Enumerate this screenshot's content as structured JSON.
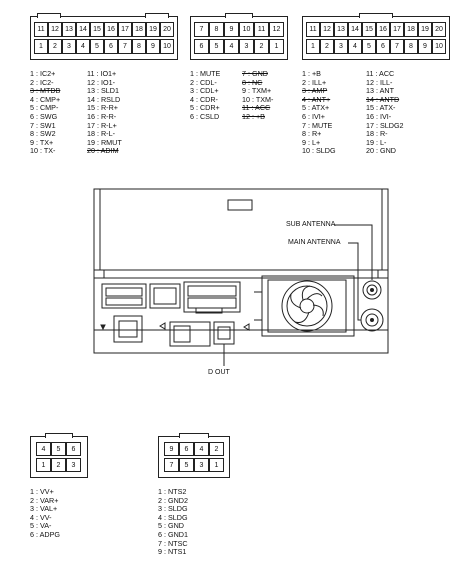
{
  "connector_a": {
    "top_row": [
      "11",
      "12",
      "13",
      "14",
      "15",
      "16",
      "17",
      "18",
      "19",
      "20"
    ],
    "bottom_row": [
      "1",
      "2",
      "3",
      "4",
      "5",
      "6",
      "7",
      "8",
      "9",
      "10"
    ],
    "pins_left": [
      {
        "text": "1 : IC2+",
        "strike": false
      },
      {
        "text": "2 : IC2-",
        "strike": false
      },
      {
        "text": "3 : MTDB",
        "strike": true
      },
      {
        "text": "4 : CMP+",
        "strike": false
      },
      {
        "text": "5 : CMP-",
        "strike": false
      },
      {
        "text": "6 : SWG",
        "strike": false
      },
      {
        "text": "7 : SW1",
        "strike": false
      },
      {
        "text": "8 : SW2",
        "strike": false
      },
      {
        "text": "9 : TX+",
        "strike": false
      },
      {
        "text": "10 : TX-",
        "strike": false
      }
    ],
    "pins_right": [
      {
        "text": "11 : IO1+",
        "strike": false
      },
      {
        "text": "12 : IO1-",
        "strike": false
      },
      {
        "text": "13 : SLD1",
        "strike": false
      },
      {
        "text": "14 : RSLD",
        "strike": false
      },
      {
        "text": "15 : R-R+",
        "strike": false
      },
      {
        "text": "16 : R-R-",
        "strike": false
      },
      {
        "text": "17 : R-L+",
        "strike": false
      },
      {
        "text": "18 : R-L-",
        "strike": false
      },
      {
        "text": "19 : RMUT",
        "strike": false
      },
      {
        "text": "20 : ADIM",
        "strike": true
      }
    ]
  },
  "connector_b": {
    "top_row": [
      "7",
      "8",
      "9",
      "10",
      "11",
      "12"
    ],
    "bottom_row": [
      "6",
      "5",
      "4",
      "3",
      "2",
      "1"
    ],
    "pins_left": [
      {
        "text": "1 : MUTE",
        "strike": false
      },
      {
        "text": "2 : CDL-",
        "strike": false
      },
      {
        "text": "3 : CDL+",
        "strike": false
      },
      {
        "text": "4 : CDR-",
        "strike": false
      },
      {
        "text": "5 : CDR+",
        "strike": false
      },
      {
        "text": "6 : CSLD",
        "strike": false
      }
    ],
    "pins_right": [
      {
        "text": "7 : GND",
        "strike": true
      },
      {
        "text": "8 : NC",
        "strike": true
      },
      {
        "text": "9 : TXM+",
        "strike": false
      },
      {
        "text": "10 : TXM-",
        "strike": false
      },
      {
        "text": "11 : ACC",
        "strike": true
      },
      {
        "text": "12 : +B",
        "strike": true
      }
    ]
  },
  "connector_c": {
    "top_row": [
      "11",
      "12",
      "13",
      "14",
      "15",
      "16",
      "17",
      "18",
      "19",
      "20"
    ],
    "bottom_row": [
      "1",
      "2",
      "3",
      "4",
      "5",
      "6",
      "7",
      "8",
      "9",
      "10"
    ],
    "pins_left": [
      {
        "text": "1 : +B",
        "strike": false
      },
      {
        "text": "2 : ILL+",
        "strike": false
      },
      {
        "text": "3 : AMP",
        "strike": true
      },
      {
        "text": "4 : ANT+",
        "strike": true
      },
      {
        "text": "5 : ATX+",
        "strike": false
      },
      {
        "text": "6 : IVI+",
        "strike": false
      },
      {
        "text": "7 : MUTE",
        "strike": false
      },
      {
        "text": "8 : R+",
        "strike": false
      },
      {
        "text": "9 : L+",
        "strike": false
      },
      {
        "text": "10 : SLDG",
        "strike": false
      }
    ],
    "pins_right": [
      {
        "text": "11 : ACC",
        "strike": false
      },
      {
        "text": "12 : ILL-",
        "strike": false
      },
      {
        "text": "13 : ANT",
        "strike": false
      },
      {
        "text": "14 : ANTD",
        "strike": true
      },
      {
        "text": "15 : ATX-",
        "strike": false
      },
      {
        "text": "16 : IVI-",
        "strike": false
      },
      {
        "text": "17 : SLDG2",
        "strike": false
      },
      {
        "text": "18 : R-",
        "strike": false
      },
      {
        "text": "19 : L-",
        "strike": false
      },
      {
        "text": "20 : GND",
        "strike": false
      }
    ]
  },
  "connector_d": {
    "top_row": [
      "4",
      "5",
      "6"
    ],
    "bottom_row": [
      "1",
      "2",
      "3"
    ],
    "pins": [
      {
        "text": "1 : VV+",
        "strike": false
      },
      {
        "text": "2 : VAR+",
        "strike": false
      },
      {
        "text": "3 : VAL+",
        "strike": false
      },
      {
        "text": "4 : VV-",
        "strike": false
      },
      {
        "text": "5 : VA-",
        "strike": false
      },
      {
        "text": "6 : ADPG",
        "strike": false
      }
    ]
  },
  "connector_e": {
    "top_row": [
      "9",
      "6",
      "4",
      "2"
    ],
    "bottom_row": [
      "7",
      "5",
      "3",
      "1"
    ],
    "pins": [
      {
        "text": "1 : NTS2",
        "strike": false
      },
      {
        "text": "2 : GND2",
        "strike": false
      },
      {
        "text": "3 : SLDG",
        "strike": false
      },
      {
        "text": "4 : SLDG",
        "strike": false
      },
      {
        "text": "5 : GND",
        "strike": false
      },
      {
        "text": "6 : GND1",
        "strike": false
      },
      {
        "text": "7 : NTSC",
        "strike": false
      },
      {
        "text": "9 : NTS1",
        "strike": false
      }
    ]
  },
  "labels": {
    "sub_antenna": "SUB ANTENNA",
    "main_antenna": "MAIN ANTENNA",
    "d_out": "D OUT"
  }
}
